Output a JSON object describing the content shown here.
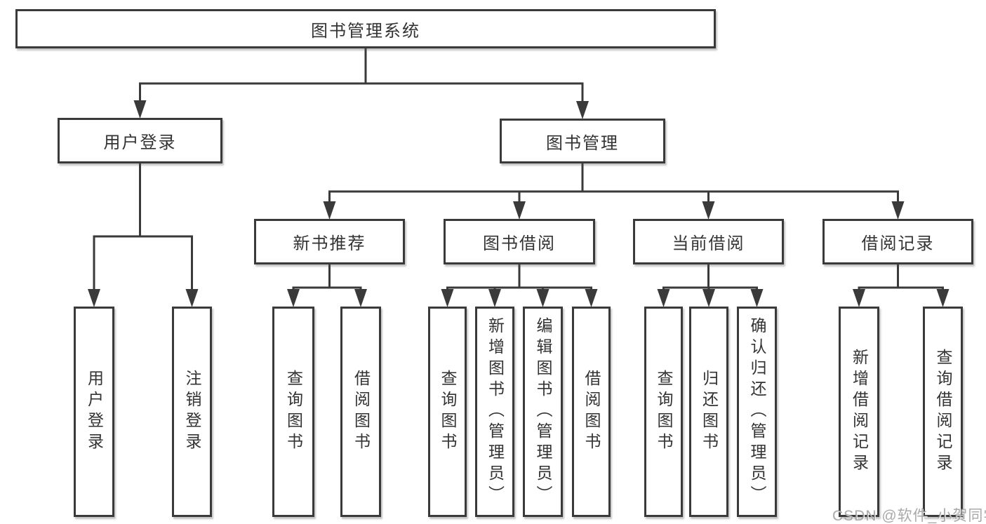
{
  "colors": {
    "line": "#3a3a3a",
    "arrow_fill": "#3a3a3a",
    "box_border": "#3a3a3a",
    "box_background": "#ffffff",
    "text": "#333333",
    "watermark": "#919191"
  },
  "watermark": {
    "text": "CSDN @软件_小贺同学"
  },
  "diagram": {
    "type": "hierarchy-tree",
    "tree": {
      "id": "root",
      "label": "图书管理系统",
      "children": [
        {
          "id": "user-login",
          "label": "用户登录",
          "children": [
            {
              "id": "leaf-user-login",
              "label": "用户登录",
              "vertical": true
            },
            {
              "id": "leaf-logout",
              "label": "注销登录",
              "vertical": true
            }
          ]
        },
        {
          "id": "book-mgmt",
          "label": "图书管理",
          "children": [
            {
              "id": "new-book-rec",
              "label": "新书推荐",
              "children": [
                {
                  "id": "leaf-nbr-query",
                  "label": "查询图书",
                  "vertical": true
                },
                {
                  "id": "leaf-nbr-borrow",
                  "label": "借阅图书",
                  "vertical": true
                }
              ]
            },
            {
              "id": "book-borrow",
              "label": "图书借阅",
              "children": [
                {
                  "id": "leaf-bb-query",
                  "label": "查询图书",
                  "vertical": true
                },
                {
                  "id": "leaf-bb-add",
                  "label": "新增图书（管理员）",
                  "vertical": true
                },
                {
                  "id": "leaf-bb-edit",
                  "label": "编辑图书（管理员）",
                  "vertical": true
                },
                {
                  "id": "leaf-bb-borrow",
                  "label": "借阅图书",
                  "vertical": true
                }
              ]
            },
            {
              "id": "current-borrow",
              "label": "当前借阅",
              "children": [
                {
                  "id": "leaf-cb-query",
                  "label": "查询图书",
                  "vertical": true
                },
                {
                  "id": "leaf-cb-return",
                  "label": "归还图书",
                  "vertical": true
                },
                {
                  "id": "leaf-cb-confirm",
                  "label": "确认归还（管理员）",
                  "vertical": true
                }
              ]
            },
            {
              "id": "borrow-records",
              "label": "借阅记录",
              "children": [
                {
                  "id": "leaf-br-add",
                  "label": "新增借阅记录",
                  "vertical": true
                },
                {
                  "id": "leaf-br-query",
                  "label": "查询借阅记录",
                  "vertical": true
                }
              ]
            }
          ]
        }
      ]
    }
  }
}
